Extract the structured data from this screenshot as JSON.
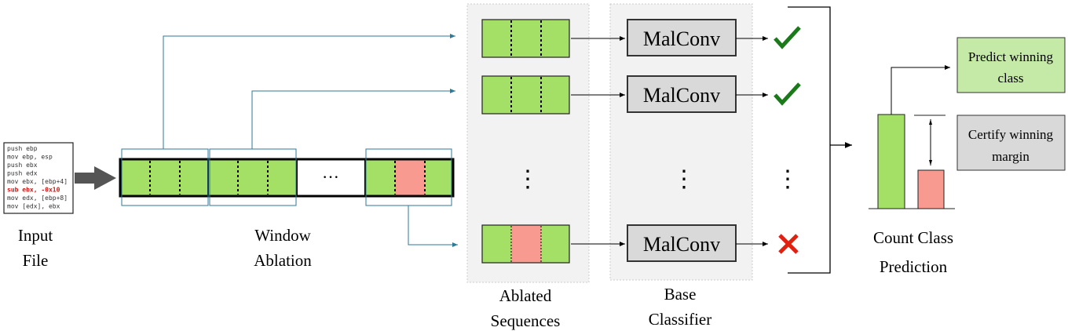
{
  "colors": {
    "green": "#a3e065",
    "red": "#f99a90",
    "light_green": "#c5eaa8",
    "gray": "#d9d9d9",
    "panel": "#f2f2f2",
    "window_line": "#2d7a9a",
    "check": "#1a7a1a",
    "cross": "#e02010"
  },
  "input": {
    "code": [
      "push ebp",
      "mov ebp, esp",
      "push ebx",
      "push edx",
      "mov ebx, [ebp+4]",
      "sub ebx, -0x10",
      "mov edx, [ebp+8]",
      "mov [edx], ebx"
    ],
    "highlight_line": "sub ebx, -0x10",
    "label": [
      "Input",
      "File"
    ]
  },
  "ablation": {
    "ellipsis": "···",
    "label": [
      "Window",
      "Ablation"
    ]
  },
  "ablated": {
    "label": [
      "Ablated",
      "Sequences"
    ],
    "dots": "⋮"
  },
  "classifier": {
    "name": "MalConv",
    "label": [
      "Base",
      "Classifier"
    ],
    "dots": "⋮"
  },
  "results": {
    "icons": [
      "check-icon",
      "check-icon",
      "cross-icon"
    ],
    "dots": "⋮"
  },
  "count": {
    "label": [
      "Count Class",
      "Prediction"
    ],
    "predict": [
      "Predict winning",
      "class"
    ],
    "certify": [
      "Certify winning",
      "margin"
    ]
  }
}
